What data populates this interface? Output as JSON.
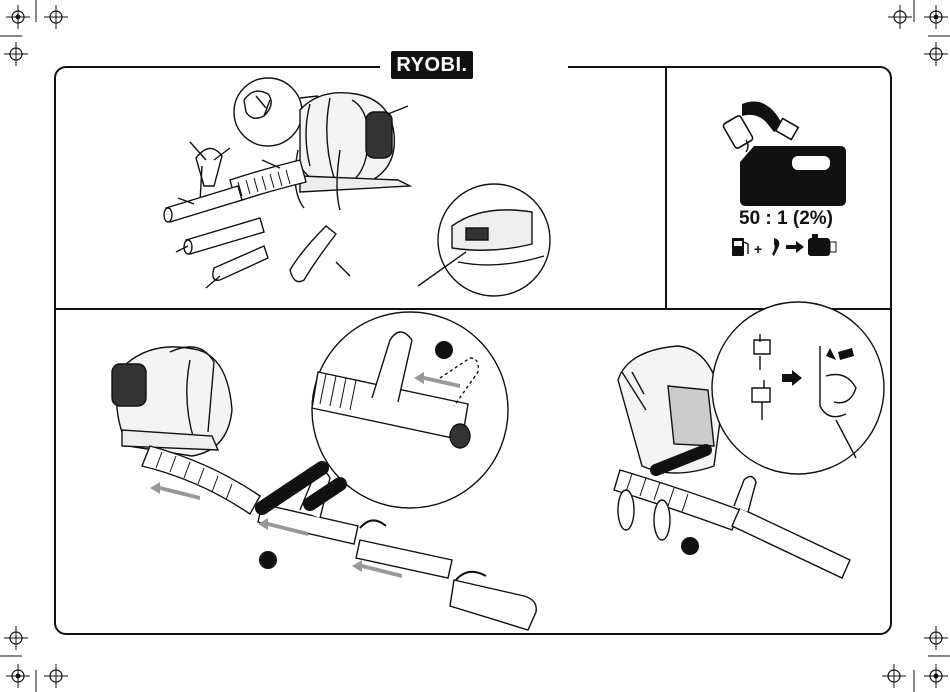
{
  "brand": {
    "logo_text": "RYOBI."
  },
  "fuel_panel": {
    "mix_ratio": "50 : 1 (2%)",
    "icons": [
      "oil-bottle-icon",
      "fuel-can-icon",
      "gas-pump-icon",
      "oil-drop-icon",
      "engine-icon"
    ]
  },
  "step_markers": [
    "step-marker",
    "step-marker",
    "step-marker",
    "step-marker"
  ],
  "icons": {
    "registration_marks": "crosshair-icon",
    "arrows": "arrow-icon",
    "rotation": "rotate-arrow-icon"
  }
}
